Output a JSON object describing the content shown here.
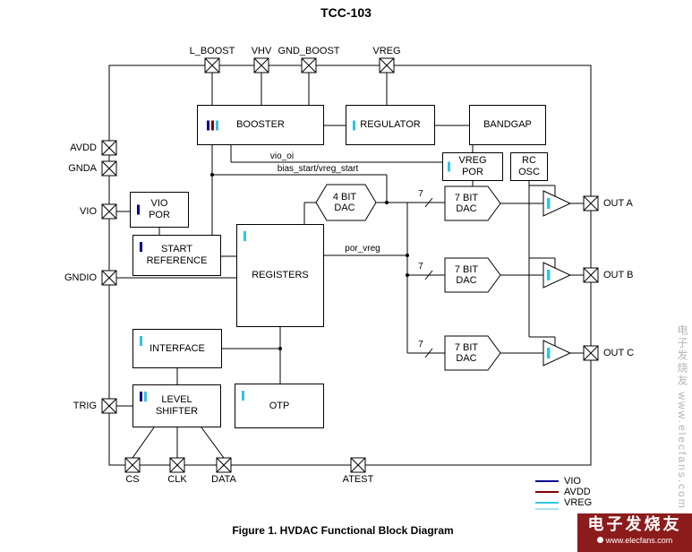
{
  "title": "TCC-103",
  "caption": "Figure 1. HVDAC Functional Block Diagram",
  "pins": {
    "top": [
      "L_BOOST",
      "VHV",
      "GND_BOOST",
      "VREG"
    ],
    "left": [
      "AVDD",
      "GNDA",
      "VIO",
      "GNDIO",
      "TRIG"
    ],
    "bottom": [
      "CS",
      "CLK",
      "DATA",
      "ATEST"
    ],
    "right": [
      "OUT A",
      "OUT B",
      "OUT C"
    ]
  },
  "blocks": {
    "booster": "BOOSTER",
    "regulator": "REGULATOR",
    "bandgap": "BANDGAP",
    "vreg_por": "VREG POR",
    "rc_osc": "RC OSC",
    "vio_por": "VIO POR",
    "start_reference": "START REFERENCE",
    "registers": "REGISTERS",
    "dac4": "4 BIT DAC",
    "dac7": "7 BIT DAC",
    "interface": "INTERFACE",
    "otp": "OTP",
    "level_shifter": "LEVEL SHIFTER"
  },
  "signals": {
    "vio_oi": "vio_oi",
    "bias_vreg_start": "bias_start/vreg_start",
    "por_vreg": "por_vreg",
    "bus_width": "7"
  },
  "legend": [
    {
      "label": "VIO",
      "color": "#00008B"
    },
    {
      "label": "AVDD",
      "color": "#7d0000"
    },
    {
      "label": "VREG",
      "color": "#2fc4ea"
    },
    {
      "label": "",
      "color": "#a9e2f3"
    }
  ],
  "watermark": {
    "side_text": "电子发烧友 www.elecfans.com",
    "logo_title": "电子发烧友",
    "logo_site": "www.elecfans.com"
  }
}
